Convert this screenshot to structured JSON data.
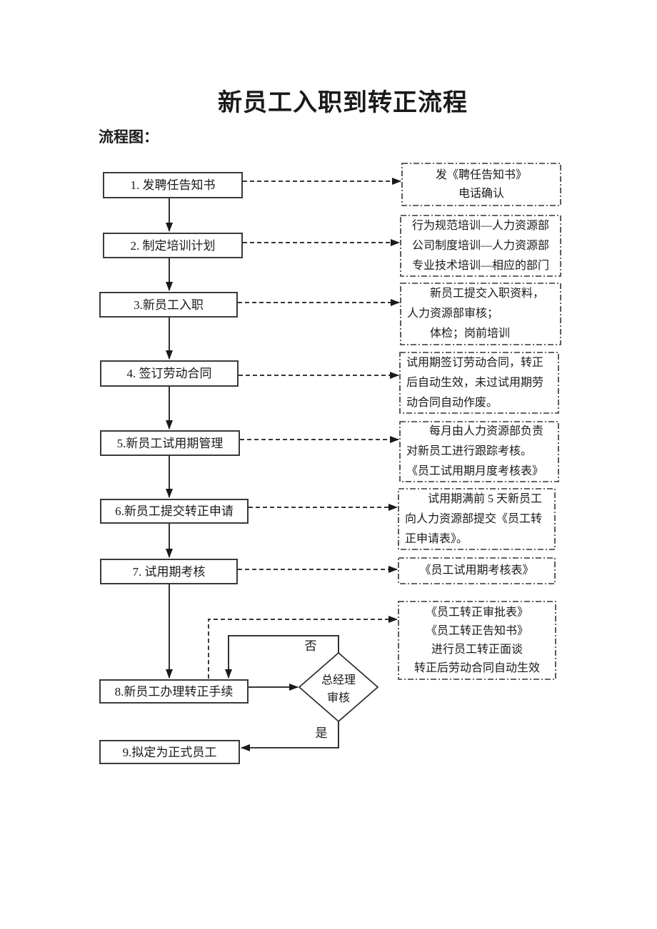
{
  "page": {
    "title": "新员工入职到转正流程",
    "subtitle": "流程图："
  },
  "flow": {
    "steps": [
      {
        "label": "1. 发聘任告知书"
      },
      {
        "label": "2. 制定培训计划"
      },
      {
        "label": "3.新员工入职"
      },
      {
        "label": "4. 签订劳动合同"
      },
      {
        "label": "5.新员工试用期管理"
      },
      {
        "label": "6.新员工提交转正申请"
      },
      {
        "label": "7. 试用期考核"
      },
      {
        "label": "8.新员工办理转正手续"
      },
      {
        "label": "9.拟定为正式员工"
      }
    ],
    "decision": {
      "label_line1": "总经理",
      "label_line2": "审核",
      "no_label": "否",
      "yes_label": "是"
    }
  },
  "notes": [
    {
      "lines": [
        "发《聘任告知书》",
        "电话确认"
      ]
    },
    {
      "lines": [
        "行为规范培训—人力资源部",
        "公司制度培训—人力资源部",
        "专业技术培训—相应的部门"
      ]
    },
    {
      "lines": [
        "　　新员工提交入职资料，",
        "人力资源部审核；",
        "　　体检；岗前培训"
      ]
    },
    {
      "lines": [
        "试用期签订劳动合同，转正",
        "后自动生效，未过试用期劳",
        "动合同自动作废。"
      ]
    },
    {
      "lines": [
        "　　每月由人力资源部负责",
        "对新员工进行跟踪考核。",
        "《员工试用期月度考核表》"
      ]
    },
    {
      "lines": [
        "　　试用期满前 5 天新员工",
        "向人力资源部提交《员工转",
        "正申请表》。"
      ]
    },
    {
      "lines": [
        "《员工试用期考核表》"
      ]
    },
    {
      "lines": [
        "《员工转正审批表》",
        "《员工转正告知书》",
        "进行员工转正面谈",
        "转正后劳动合同自动生效"
      ]
    }
  ],
  "colors": {
    "ink": "#1a1a1a",
    "background": "#ffffff"
  }
}
